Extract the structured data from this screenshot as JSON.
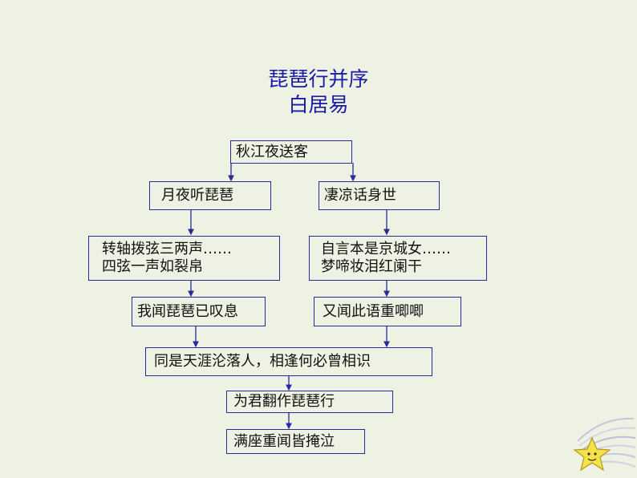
{
  "title": {
    "line1": "琵琶行并序",
    "line2": "白居易"
  },
  "nodes": {
    "root": "秋江夜送客",
    "left1": "月夜听琵琶",
    "right1": "凄凉话身世",
    "left2": {
      "line1": "转轴拨弦三两声……",
      "line2": "四弦一声如裂帛"
    },
    "right2": {
      "line1": "自言本是京城女……",
      "line2": "梦啼妆泪红阑干"
    },
    "left3": "我闻琵琶已叹息",
    "right3": "又闻此语重唧唧",
    "merge": "同是天涯沦落人，相逢何必曾相识",
    "bottom1": "为君翻作琵琶行",
    "bottom2": "满座重闻皆掩泣"
  },
  "colors": {
    "line": "#2a2aa0",
    "title": "#1a1aa8",
    "background": "#eef2e2"
  }
}
